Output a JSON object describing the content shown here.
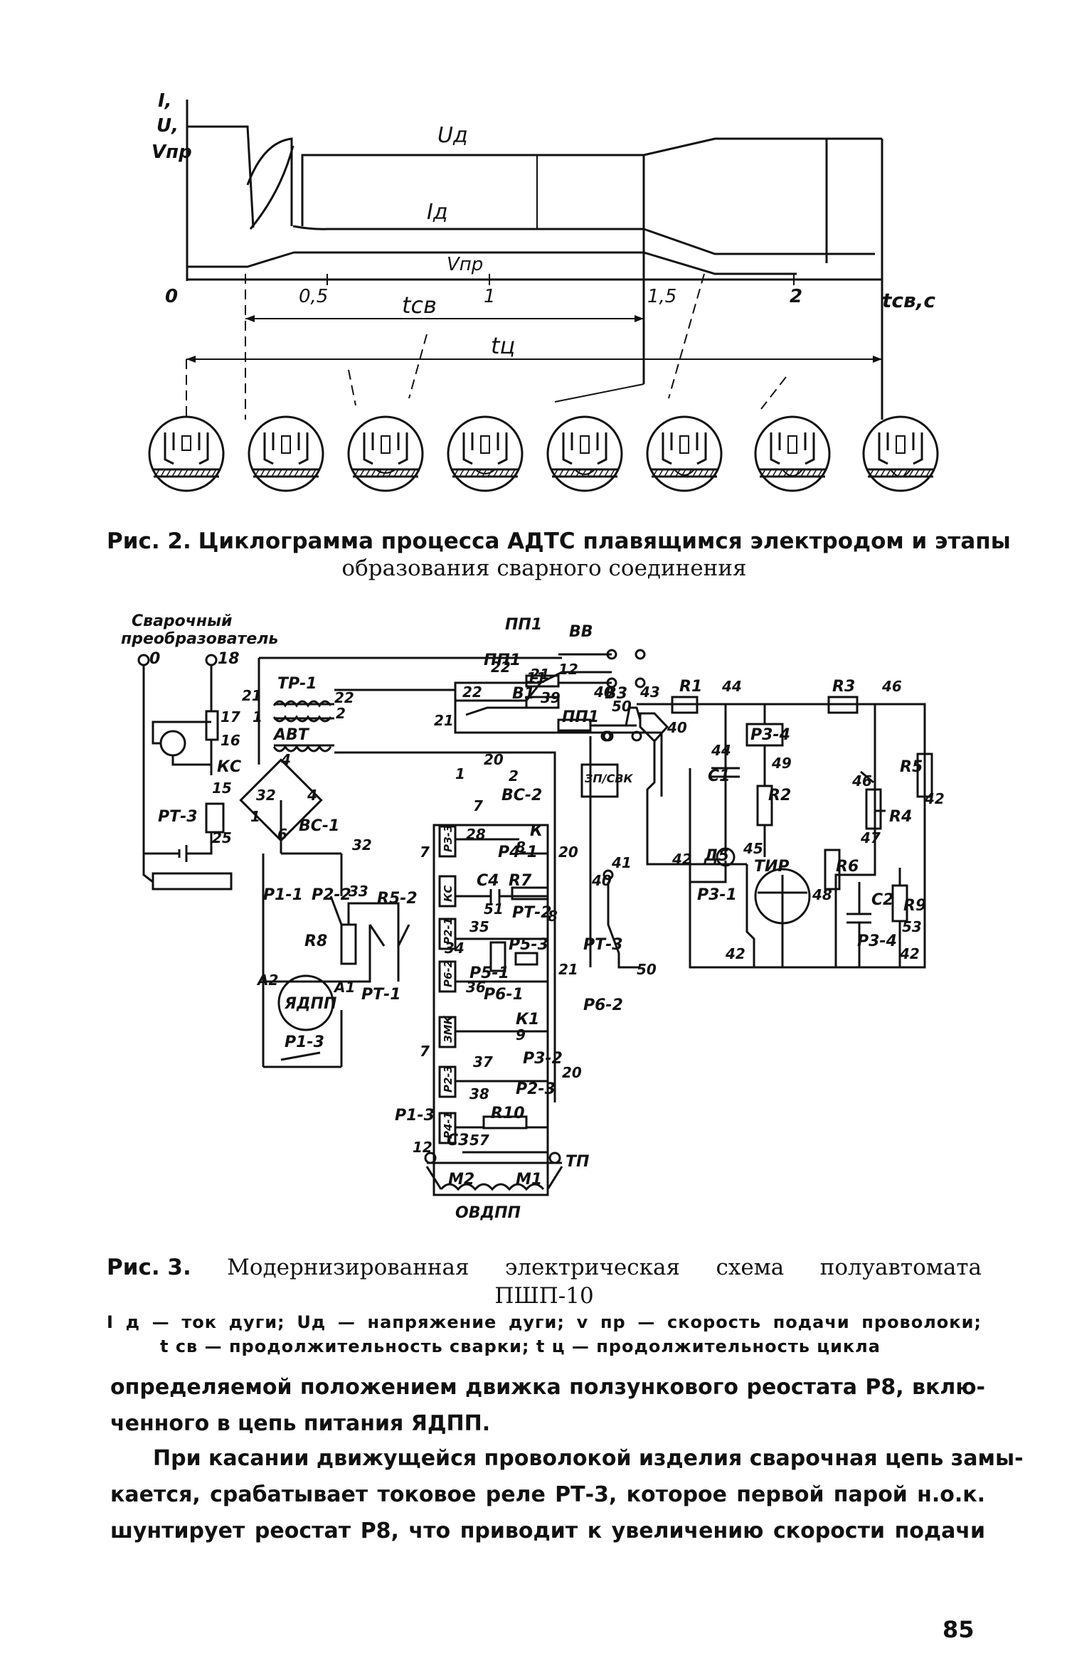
{
  "figure2": {
    "y_axis_label": [
      "I,",
      "U,",
      "Vпр"
    ],
    "curve_labels": {
      "ud": "Uд",
      "id": "Iд",
      "vpr": "Vпр"
    },
    "x_ticks": [
      "0",
      "0,5",
      "1",
      "1,5",
      "2"
    ],
    "x_axis_label": "tсв,c",
    "dim_tsv": "tсв",
    "dim_tc": "tц",
    "stage_count": 8,
    "caption_prefix": "Рис. 2.",
    "caption_line1": "Циклограмма процесса АДТС плавящимся электродом и этапы",
    "caption_line2": "образования сварного соединения"
  },
  "figure3": {
    "labels": {
      "converter": [
        "Сварочный",
        "преобразователь"
      ],
      "t0": "0",
      "t18": "18",
      "tr1": "ТР-1",
      "avt": "АВТ",
      "kc": "КС",
      "rt3": "РТ-3",
      "vc1": "ВС-1",
      "vc2": "ВС-2",
      "p1_1": "Р1-1",
      "p2_2": "Р2-2",
      "r5_2": "R5-2",
      "r8": "R8",
      "ydpp": "ЯДПП",
      "p1_3": "Р1-3",
      "rt1": "РТ-1",
      "pp1_a": "ПП1",
      "pp1_b": "ПП1",
      "pp1_c": "ПП1",
      "vv": "ВВ",
      "v1": "В1",
      "v3": "В3",
      "r1": "R1",
      "r3": "R3",
      "r2": "R2",
      "r4": "R4",
      "r5": "R5",
      "r6": "R6",
      "r9": "R9",
      "c1": "C1",
      "c2": "C2",
      "d5": "Д5",
      "p3_4a": "Р3-4",
      "p3_4b": "Р3-4",
      "p3_1": "Р3-1",
      "tir": "ТИР",
      "p3_sv": "ЗП/СВК",
      "relays": [
        "РЗ-3",
        "КС",
        "Р2-1",
        "Р6-2",
        "ЗМК",
        "Р2-3",
        "Р4-1"
      ],
      "p4_1": "Р4-1",
      "r7": "R7",
      "c4": "C4",
      "rt2": "РТ-2",
      "p5_3": "Р5-3",
      "p5_1": "Р5-1",
      "p6_1": "Р6-1",
      "k1": "К1",
      "k": "К",
      "p3_2": "Р3-2",
      "p2_3": "Р2-3",
      "r10": "R10",
      "c3": "C3",
      "p1_3b": "Р1-3",
      "rt3b": "РТ-3",
      "p6_2": "Р6-2",
      "tp": "ТП",
      "m1": "М1",
      "m2": "М2",
      "ovdpp": "ОВДПП",
      "nums": {
        "n1": "1",
        "n2": "2",
        "n4": "4",
        "n6": "6",
        "n7": "7",
        "n8": "8",
        "n9": "9",
        "n11": "11",
        "n12": "12",
        "n15": "15",
        "n16": "16",
        "n17": "17",
        "n20": "20",
        "n21": "21",
        "n22": "22",
        "n25": "25",
        "n28": "28",
        "n32": "32",
        "n33": "33",
        "n34": "34",
        "n35": "35",
        "n36": "36",
        "n37": "37",
        "n38": "38",
        "n39": "39",
        "n40": "40",
        "n41": "41",
        "n42": "42",
        "n43": "43",
        "n44": "44",
        "n45": "45",
        "n46": "46",
        "n47": "47",
        "n48": "48",
        "n49": "49",
        "n50": "50",
        "n51": "51",
        "n53": "53",
        "n57": "57",
        "nA1": "A1",
        "nA2": "A2"
      }
    },
    "caption_prefix": "Рис. 3.",
    "caption_words": [
      "Модернизированная",
      "электрическая",
      "схема",
      "полуавтомата"
    ],
    "caption_line2": "ПШП-10"
  },
  "legend": {
    "line1": "I д — ток дуги;  Uд — напряжение дуги;  v пр — скорость подачи проволоки;",
    "line2": "t св — продолжительность сварки;  t ц — продолжительность цикла"
  },
  "body_text": {
    "p1_l1": "определяемой положением движка ползункового реостата Р8, вклю-",
    "p1_l2": "ченного в цепь питания ЯДПП.",
    "p2_l1": "При касании движущейся проволокой изделия сварочная цепь замы-",
    "p2_l2": "кается, срабатывает токовое реле РТ-3, которое первой парой н.о.к.",
    "p2_l3": "шунтирует реостат Р8, что приводит к увеличению скорости подачи"
  },
  "page_number": "85"
}
